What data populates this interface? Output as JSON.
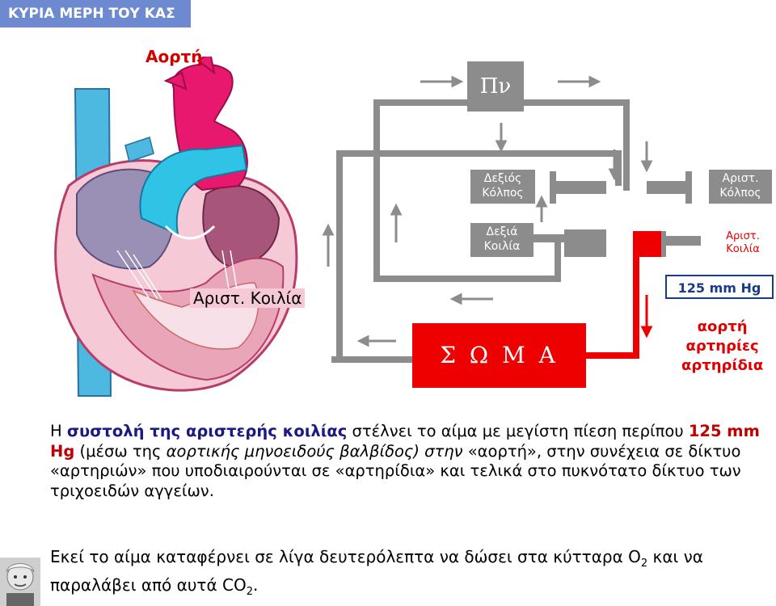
{
  "header": {
    "title": "ΚΥΡΙΑ ΜΕΡΗ ΤΟΥ ΚΑΣ"
  },
  "heart": {
    "aorta_label": "Αορτή",
    "left_ventricle_label": "Αριστ. Κοιλία"
  },
  "circuit": {
    "lungs": "Πν",
    "right_atrium": [
      "Δεξιός",
      "Κόλπος"
    ],
    "right_ventricle": [
      "Δεξιά",
      "Κοιλία"
    ],
    "left_atrium": [
      "Αριστ.",
      "Κόλπος"
    ],
    "left_ventricle": [
      "Αριστ.",
      "Κοιλία"
    ],
    "body": "Σ Ω Μ Α",
    "pressure": "125 mm Hg",
    "vessels": [
      "αορτή",
      "αρτηρίες",
      "αρτηρίδια"
    ],
    "colors": {
      "gray": "#8c8c8c",
      "red": "#ee0000"
    }
  },
  "text": {
    "p1_a": "Η ",
    "p1_b": "συστολή της αριστερής κοιλίας",
    "p1_c": " στέλνει το αίμα με μεγίστη πίεση περίπου ",
    "p1_d": "125 mm Hg",
    "p1_e": " (μέσω της ",
    "p1_f": "αορτικής μηνοειδούς βαλβίδος) στην",
    "p1_g": " «αορτή», στην συνέχεια σε δίκτυο «αρτηριών» που υποδιαιρούνται σε «αρτηρίδια» και τελικά στο πυκνότατο δίκτυο των τριχοειδών αγγείων.",
    "p2_a": "Εκεί το αίμα καταφέρνει σε λίγα δευτερόλεπτα να δώσει στα κύτταρα O",
    "p2_sub1": "2",
    "p2_b": " και να παραλάβει από αυτά CO",
    "p2_sub2": "2",
    "p2_c": "."
  }
}
